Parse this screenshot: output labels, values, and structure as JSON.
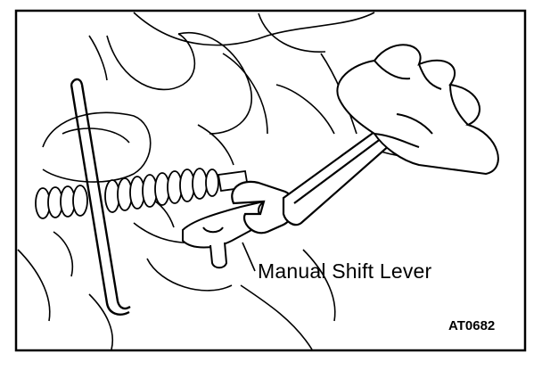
{
  "figure": {
    "callout_label": "Manual Shift Lever",
    "figure_code": "AT0682",
    "colors": {
      "ink": "#000000",
      "paper": "#ffffff"
    },
    "depicted_parts": [
      "shift-cable-boot",
      "manual-shift-lever",
      "wrench",
      "hand",
      "linkage-rod",
      "transmission-housing"
    ]
  }
}
